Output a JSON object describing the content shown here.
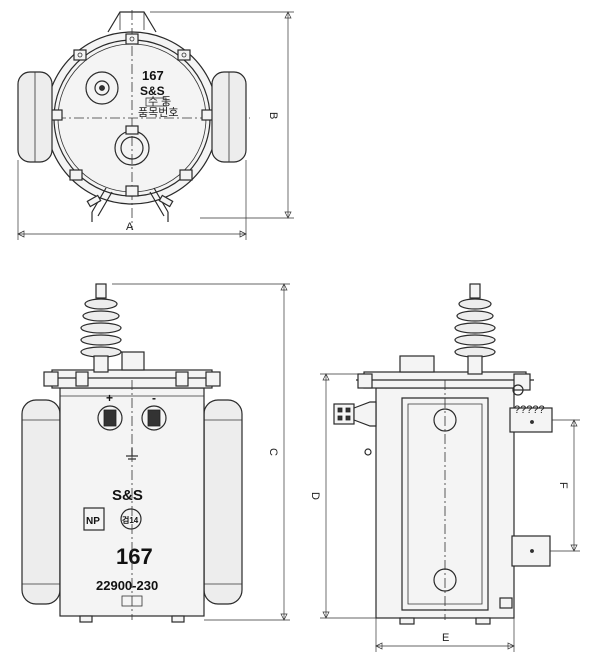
{
  "dimensions": {
    "A": "A",
    "B": "B",
    "C": "C",
    "D": "D",
    "E": "E",
    "F": "F"
  },
  "top_view": {
    "model": "167",
    "brand": "S&S",
    "small_label": "수 등",
    "serial_label": "품목번호"
  },
  "front_view": {
    "plus": "+",
    "minus": "-",
    "brand": "S&S",
    "np": "NP",
    "mark": "검14",
    "model": "167",
    "voltage": "22900-230"
  },
  "side_view": {
    "plate_text": "?????"
  }
}
